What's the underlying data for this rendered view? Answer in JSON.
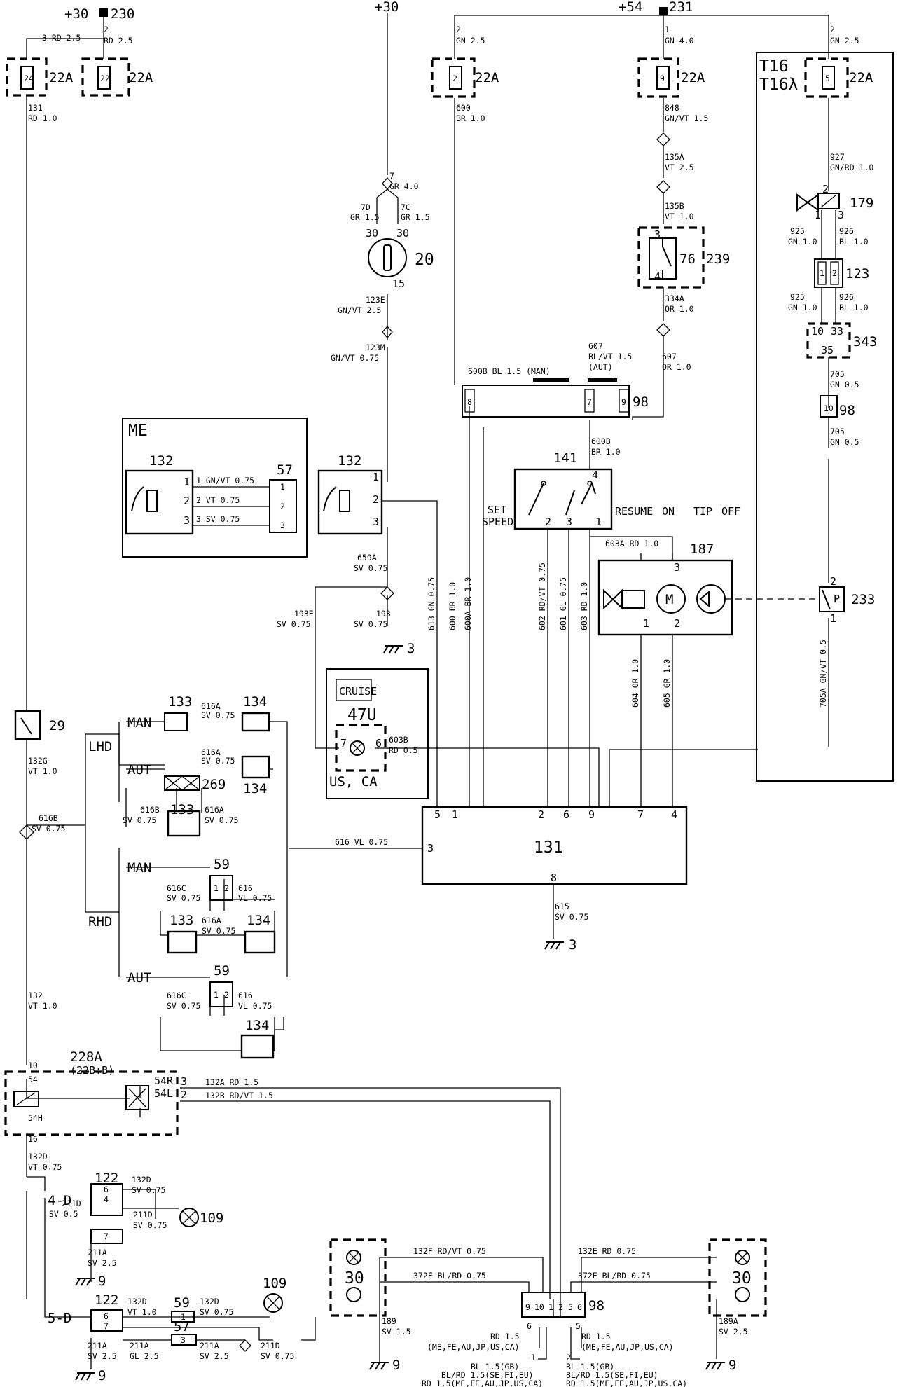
{
  "supplies": {
    "p30_230": "+30",
    "p230": "230",
    "p30": "+30",
    "p54": "+54",
    "p231": "231"
  },
  "fuses": {
    "f24": {
      "num": "24",
      "rating": "22A"
    },
    "f22": {
      "num": "22",
      "rating": "22A"
    },
    "f2": {
      "num": "2",
      "rating": "22A"
    },
    "f9": {
      "num": "9",
      "rating": "22A"
    },
    "f5": {
      "num": "5",
      "rating": "22A"
    }
  },
  "wires": {
    "w3": "3 RD 2.5",
    "w2a": "2",
    "w2b": "RD 2.5",
    "w131": "131",
    "w131b": "RD 1.0",
    "w2c": "2",
    "w2d": "GN 2.5",
    "w600": "600",
    "w600b": "BR 1.0",
    "w1": "1",
    "w1b": "GN 4.0",
    "w848": "848",
    "w848b": "GN/VT 1.5",
    "w135a": "135A",
    "w135ab": "VT 2.5",
    "w135b": "135B",
    "w135bb": "VT 1.0",
    "w334a": "334A",
    "w334ab": "OR 1.0",
    "w2e": "2",
    "w2f": "GN 2.5",
    "w927": "927",
    "w927b": "GN/RD 1.0",
    "w925a": "925",
    "w925ab": "GN 1.0",
    "w926a": "926",
    "w926ab": "BL 1.0",
    "w925b": "925",
    "w925bb": "GN 1.0",
    "w926b": "926",
    "w926bb": "BL 1.0",
    "w705": "705",
    "w705b": "GN 0.5",
    "w705c": "705",
    "w705cb": "GN 0.5",
    "w7": "7",
    "w7b": "GR 4.0",
    "w7d": "7D",
    "w7db": "GR 1.5",
    "w7c": "7C",
    "w7cb": "GR 1.5",
    "w123e": "123E",
    "w123eb": "GN/VT 2.5",
    "w123m": "123M",
    "w123mb": "GN/VT 0.75",
    "w600b_man": "600B BL 1.5 (MAN)",
    "w607a": "607",
    "w607ab": "BL/VT 1.5",
    "w607ac": "(AUT)",
    "w607": "607",
    "w607b": "OR 1.0",
    "w600bb": "600B",
    "w600bbb": "BR 1.0",
    "w603a": "603A RD 1.0",
    "w659a": "659A",
    "w659ab": "SV 0.75",
    "w193e": "193E",
    "w193eb": "SV 0.75",
    "w193": "193",
    "w193b": "SV 0.75",
    "v613": "613 GN 0.75",
    "v600": "600 BR 1.0",
    "v600a": "600A BR 1.0",
    "v602": "602 RD/VT 0.75",
    "v601": "601 GL 0.75",
    "v603": "603 RD 1.0",
    "v604": "604 OR 1.0",
    "v605": "605 GR 1.0",
    "v705a": "705A GN/VT 0.5",
    "w603b": "603B",
    "w603bb": "RD 0.5",
    "me1": "1 GN/VT 0.75",
    "me2": "2 VT 0.75",
    "me3": "3 SV 0.75",
    "w616a1": "616A",
    "w616a1b": "SV 0.75",
    "w616a2": "616A",
    "w616a2b": "SV 0.75",
    "w616b": "616B",
    "w616bb": "SV 0.75",
    "w616a3": "616A",
    "w616a3b": "SV 0.75",
    "w616vl": "616 VL 0.75",
    "w616c1": "616C",
    "w616c1b": "SV 0.75",
    "w616d1": "616",
    "w616d1b": "VL 0.75",
    "w616a4": "616A",
    "w616a4b": "SV 0.75",
    "w616c2": "616C",
    "w616c2b": "SV 0.75",
    "w616d2": "616",
    "w616d2b": "VL 0.75",
    "w616b_main": "616B",
    "w616b_mainb": "SV 0.75",
    "w132g": "132G",
    "w132gb": "VT 1.0",
    "w132": "132",
    "w132b": "VT 1.0",
    "w615": "615",
    "w615b": "SV 0.75",
    "w10": "10",
    "w54": "54",
    "w54h": "54H",
    "w16": "16",
    "w132a": "132A RD 1.5",
    "w132bb": "132B RD/VT 1.5",
    "w132d": "132D",
    "w132db": "VT 0.75",
    "w132d2": "132D",
    "w132d2b": "SV 0.75",
    "w211d": "211D",
    "w211db": "SV 0.75",
    "w211d2": "211D",
    "w211d2b": "SV 0.5",
    "w211a": "211A",
    "w211ab": "SV 2.5",
    "w132d3": "132D",
    "w132d3b": "VT 1.0",
    "w132d4": "132D",
    "w132d4b": "SV 0.75",
    "w211a2": "211A",
    "w211a2b": "SV 2.5",
    "w211a3": "211A",
    "w211a3b": "GL 2.5",
    "w211a4": "211A",
    "w211a4b": "SV 2.5",
    "w211d3": "211D",
    "w211d3b": "SV 0.75",
    "w132f": "132F RD/VT 0.75",
    "w372f": "372F BL/RD 0.75",
    "w132e": "132E RD 0.75",
    "w372e": "372E BL/RD 0.75",
    "w189": "189",
    "w189b": "SV 1.5",
    "w189a": "189A",
    "w189ab": "SV 2.5",
    "b6": "6",
    "b6b": "RD 1.5",
    "b6c": "(ME,FE,AU,JP,US,CA)",
    "b5": "5",
    "b5b": "RD 1.5",
    "b5c": "(ME,FE,AU,JP,US,CA)",
    "b1": "1",
    "b1b": "BL 1.5(GB)",
    "b1c": "BL/RD 1.5(SE,FI,EU)",
    "b1d": "RD 1.5(ME,FE,AU,JP,US,CA)",
    "b2": "2",
    "b2b": "BL 1.5(GB)",
    "b2c": "BL/RD 1.5(SE,FI,EU)",
    "b2d": "RD 1.5(ME,FE,AU,JP,US,CA)"
  },
  "components": {
    "c20": "20",
    "c76": "76",
    "c239": "239",
    "c179": "179",
    "c123": "123",
    "c343": "343",
    "c98": "98",
    "c98b": "98",
    "c98c": "98",
    "c141": "141",
    "c187": "187",
    "c233": "233",
    "c132a": "132",
    "c132b": "132",
    "c57": "57",
    "c57b": "57",
    "c47u": "47U",
    "c131": "131",
    "c29": "29",
    "c133a": "133",
    "c134a": "134",
    "c134b": "134",
    "c133b": "133",
    "c269": "269",
    "c59a": "59",
    "c133c": "133",
    "c134c": "134",
    "c59b": "59",
    "c134d": "134",
    "c228a": "228A",
    "c228b": "(22B:B)",
    "c122a": "122",
    "c122b": "122",
    "c109a": "109",
    "c109b": "109",
    "c59c": "59",
    "c30a": "30",
    "c30b": "30"
  },
  "labels": {
    "me": "ME",
    "t16": "T16",
    "t16l": "T16λ",
    "cruise": "CRUISE",
    "usca": "US, CA",
    "set": "SET",
    "speed": "SPEED",
    "resume": "RESUME",
    "on": "ON",
    "tip": "TIP",
    "off": "OFF",
    "man1": "MAN",
    "aut1": "AUT",
    "lhd": "LHD",
    "man2": "MAN",
    "rhd": "RHD",
    "aut2": "AUT",
    "d4": "4-D",
    "d5": "5-D",
    "g3a": "3",
    "g3b": "3",
    "g9a": "9",
    "g9b": "9",
    "g9c": "9",
    "g9d": "9",
    "p54r": "54R",
    "p54l": "54L",
    "p3": "3",
    "p2": "2",
    "m": "M",
    "p": "P"
  },
  "pins": {
    "p131_5": "5",
    "p131_1": "1",
    "p131_2": "2",
    "p131_6": "6",
    "p131_9": "9",
    "p131_7": "7",
    "p131_4": "4",
    "p131_3": "3",
    "p131_8": "8",
    "p141_2": "2",
    "p141_3": "3",
    "p141_1": "1",
    "p141_4": "4",
    "p187_3": "3",
    "p187_1": "1",
    "p187_2": "2",
    "p233_2": "2",
    "p233_1": "1",
    "p20_30a": "30",
    "p20_30b": "30",
    "p20_15": "15",
    "p239_3": "3",
    "p239_4": "4",
    "p179_2": "2",
    "p179_1": "1",
    "p179_3": "3",
    "p343_10": "10",
    "p343_33": "33",
    "p343_35": "35",
    "p132_1": "1",
    "p132_2": "2",
    "p132_3": "3",
    "p132b_1": "1",
    "p132b_2": "2",
    "p132b_3": "3",
    "p47_7": "7",
    "p47_6": "6",
    "c98_8": "8",
    "c98_7": "7",
    "c98_9": "9",
    "c98_10": "10",
    "c123_1": "1",
    "c123_2": "2",
    "c57_1": "1",
    "c57_2": "2",
    "c57_3": "3",
    "c59_1": "1",
    "c59_2": "2",
    "c59b_1": "1",
    "c59b_2": "2",
    "c122_6": "6",
    "c122_4": "4",
    "c122_7": "7",
    "c122b_6": "6",
    "c122b_7": "7",
    "c59c_1": "1",
    "c57b_3": "3",
    "c98b_9": "9",
    "c98b_10": "10",
    "c98b_1": "1",
    "c98b_2": "2",
    "c98b_5": "5",
    "c98b_6": "6"
  }
}
